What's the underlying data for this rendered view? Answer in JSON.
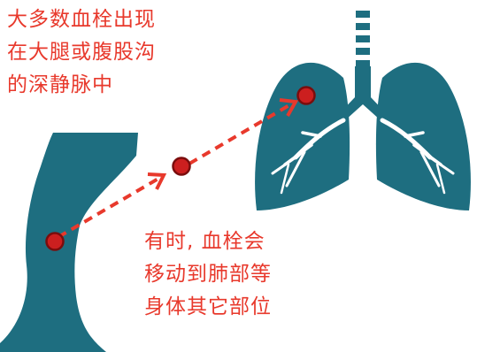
{
  "captions": {
    "top": [
      "大多数血栓出现",
      "在大腿或腹股沟",
      "的深静脉中"
    ],
    "bottom": [
      "有时, 血栓会",
      "移动到肺部等",
      "身体其它部位"
    ]
  },
  "icons": [
    "leg-icon",
    "lungs-icon",
    "clot-dot-icon",
    "dashed-arrow-icon"
  ],
  "colors": {
    "organ": "#1e6e80",
    "vessel": "#ffffff",
    "clot_fill": "#cc1f1f",
    "clot_ring": "#7a0d0d",
    "arrow": "#e8392c",
    "text": "#e8392c"
  }
}
